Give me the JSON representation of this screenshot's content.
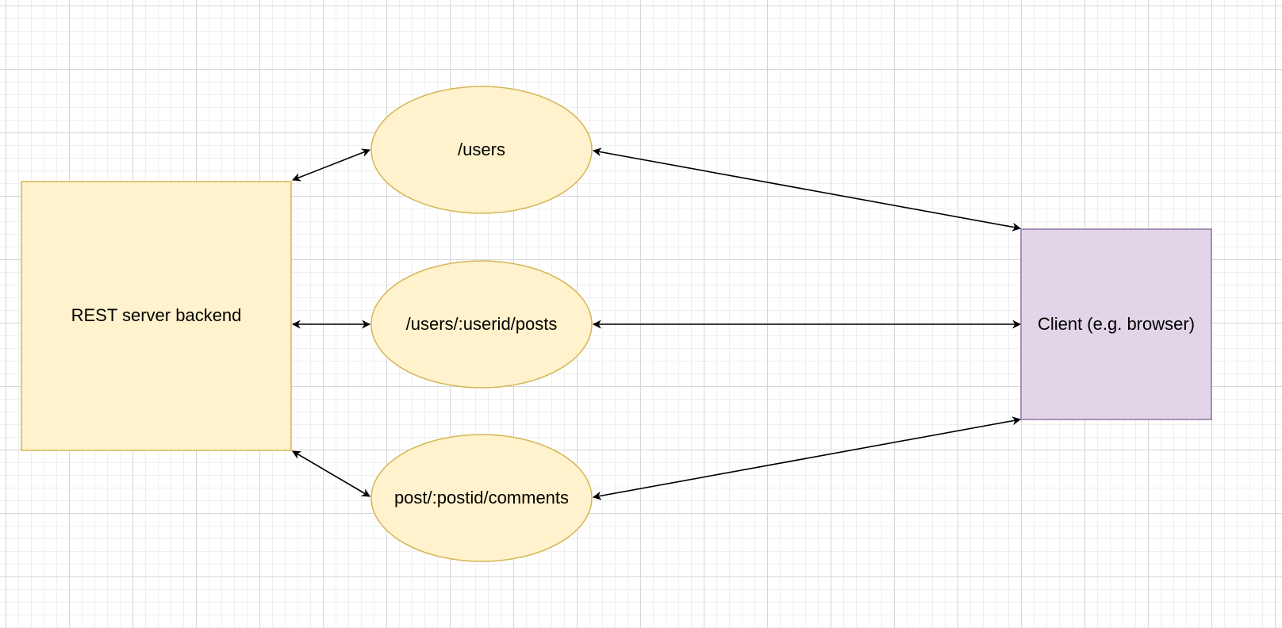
{
  "diagram": {
    "nodes": {
      "server": {
        "label": "REST server backend",
        "fill": "#fff2cc",
        "stroke": "#d6b656"
      },
      "users": {
        "label": "/users",
        "fill": "#fff2cc",
        "stroke": "#d6b656"
      },
      "posts": {
        "label": "/users/:userid/posts",
        "fill": "#fff2cc",
        "stroke": "#d6b656"
      },
      "comments": {
        "label": "post/:postid/comments",
        "fill": "#fff2cc",
        "stroke": "#d6b656"
      },
      "client": {
        "label": "Client (e.g. browser)",
        "fill": "#e1d5e7",
        "stroke": "#9673a6"
      }
    },
    "edges": [
      {
        "from": "server",
        "to": "users",
        "direction": "bidirectional"
      },
      {
        "from": "server",
        "to": "posts",
        "direction": "bidirectional"
      },
      {
        "from": "server",
        "to": "comments",
        "direction": "bidirectional"
      },
      {
        "from": "users",
        "to": "client",
        "direction": "bidirectional"
      },
      {
        "from": "posts",
        "to": "client",
        "direction": "bidirectional"
      },
      {
        "from": "comments",
        "to": "client",
        "direction": "bidirectional"
      }
    ]
  }
}
